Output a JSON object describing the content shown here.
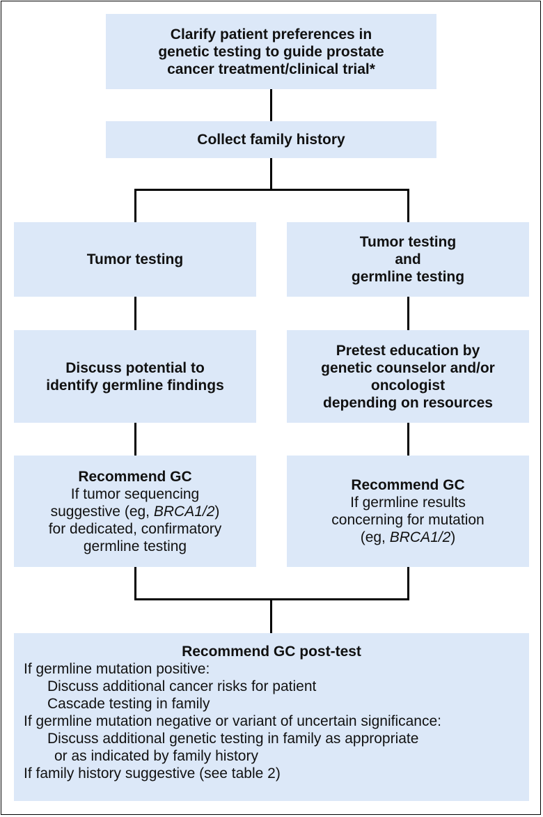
{
  "boxes": {
    "clarify": [
      "Clarify patient preferences in",
      "genetic testing to guide prostate",
      "cancer treatment/clinical trial*"
    ],
    "family_history": "Collect family history",
    "tumor_testing": "Tumor testing",
    "tumor_germline": [
      "Tumor testing",
      "and",
      "germline testing"
    ],
    "discuss": [
      "Discuss potential to",
      "identify germline findings"
    ],
    "pretest": [
      "Pretest education by",
      "genetic counselor and/or",
      "oncologist",
      "depending on resources"
    ],
    "rec_left": {
      "title": "Recommend GC",
      "line1": "If tumor sequencing",
      "line2_pre": "suggestive (eg, ",
      "line2_italic": "BRCA1/2",
      "line2_post": ")",
      "line3": "for dedicated, confirmatory",
      "line4": "germline testing"
    },
    "rec_right": {
      "title": "Recommend GC",
      "line1": "If germline results",
      "line2": "concerning for mutation",
      "line3_pre": "(eg, ",
      "line3_italic": "BRCA1/2",
      "line3_post": ")"
    },
    "final": {
      "title": "Recommend GC post-test",
      "lines": [
        "If germline mutation positive:",
        "Discuss additional cancer risks for patient",
        "Cascade testing in family",
        "If germline mutation negative or variant of uncertain significance:",
        "Discuss additional genetic testing in family as appropriate",
        "or as indicated by family history",
        "If family history suggestive (see table 2)"
      ]
    }
  },
  "colors": {
    "box_fill": "#dce8f8",
    "line": "#000000"
  }
}
